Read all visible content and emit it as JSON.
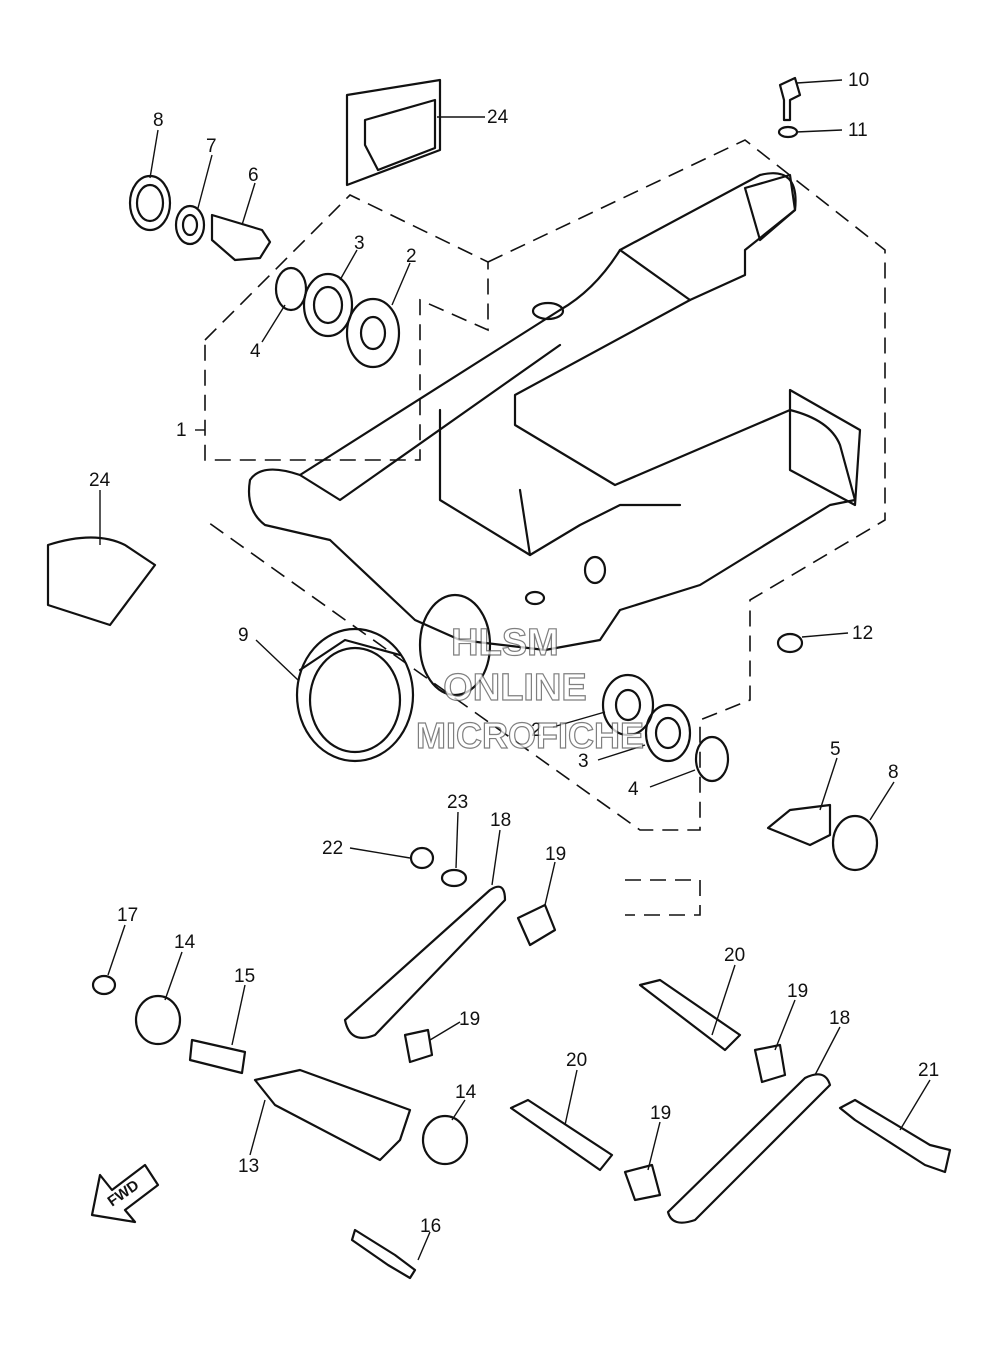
{
  "watermark": {
    "line1": "HLSM",
    "line2": "ONLINE",
    "line3": "MICROFICHE"
  },
  "direction_label": "FWD",
  "callouts": [
    {
      "id": "c24a",
      "label": "24"
    },
    {
      "id": "c8a",
      "label": "8"
    },
    {
      "id": "c7",
      "label": "7"
    },
    {
      "id": "c6",
      "label": "6"
    },
    {
      "id": "c3a",
      "label": "3"
    },
    {
      "id": "c2a",
      "label": "2"
    },
    {
      "id": "c4a",
      "label": "4"
    },
    {
      "id": "c1",
      "label": "1"
    },
    {
      "id": "c10",
      "label": "10"
    },
    {
      "id": "c11",
      "label": "11"
    },
    {
      "id": "c24b",
      "label": "24"
    },
    {
      "id": "c9",
      "label": "9"
    },
    {
      "id": "c12",
      "label": "12"
    },
    {
      "id": "c2b",
      "label": "2"
    },
    {
      "id": "c3b",
      "label": "3"
    },
    {
      "id": "c4b",
      "label": "4"
    },
    {
      "id": "c5",
      "label": "5"
    },
    {
      "id": "c8b",
      "label": "8"
    },
    {
      "id": "c23",
      "label": "23"
    },
    {
      "id": "c22",
      "label": "22"
    },
    {
      "id": "c18a",
      "label": "18"
    },
    {
      "id": "c19a",
      "label": "19"
    },
    {
      "id": "c17",
      "label": "17"
    },
    {
      "id": "c14a",
      "label": "14"
    },
    {
      "id": "c15",
      "label": "15"
    },
    {
      "id": "c20a",
      "label": "20"
    },
    {
      "id": "c19b",
      "label": "19"
    },
    {
      "id": "c19c",
      "label": "19"
    },
    {
      "id": "c18b",
      "label": "18"
    },
    {
      "id": "c21",
      "label": "21"
    },
    {
      "id": "c20b",
      "label": "20"
    },
    {
      "id": "c14b",
      "label": "14"
    },
    {
      "id": "c19d",
      "label": "19"
    },
    {
      "id": "c13",
      "label": "13"
    },
    {
      "id": "c16",
      "label": "16"
    }
  ]
}
